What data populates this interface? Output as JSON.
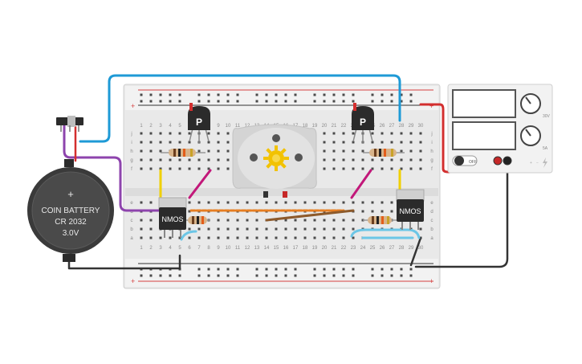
{
  "breadboard": {
    "plus_symbol": "+",
    "minus_symbol": "−",
    "row_letters_top": [
      "j",
      "i",
      "h",
      "g",
      "f"
    ],
    "row_letters_bottom": [
      "e",
      "d",
      "c",
      "b",
      "a"
    ],
    "column_numbers": [
      "1",
      "2",
      "3",
      "4",
      "5",
      "6",
      "7",
      "8",
      "9",
      "10",
      "11",
      "12",
      "13",
      "14",
      "15",
      "16",
      "17",
      "18",
      "19",
      "20",
      "21",
      "22",
      "23",
      "24",
      "25",
      "26",
      "27",
      "28",
      "29",
      "30"
    ]
  },
  "components": {
    "transistor_p_left": {
      "label": "P"
    },
    "transistor_p_right": {
      "label": "P"
    },
    "mosfet_left": {
      "label": "NMOS"
    },
    "mosfet_right": {
      "label": "NMOS"
    },
    "coin_battery": {
      "symbol": "+",
      "line1": "COIN BATTERY",
      "line2": "CR 2032",
      "line3": "3.0V"
    },
    "power_supply": {
      "switch_label": "OFF",
      "knob1_caption": "30V",
      "knob2_caption": "5A",
      "plus_terminal": "+",
      "minus_terminal": "−"
    }
  },
  "colors": {
    "wire_blue": "#1e9ad6",
    "wire_red": "#d32f2f",
    "wire_purple": "#8e44ad",
    "wire_black": "#333333",
    "wire_yellow": "#f0d000",
    "wire_magenta": "#c2187a",
    "wire_orange": "#e67e22",
    "wire_brown": "#8d5a2b",
    "wire_lightblue": "#6cc6e6"
  }
}
